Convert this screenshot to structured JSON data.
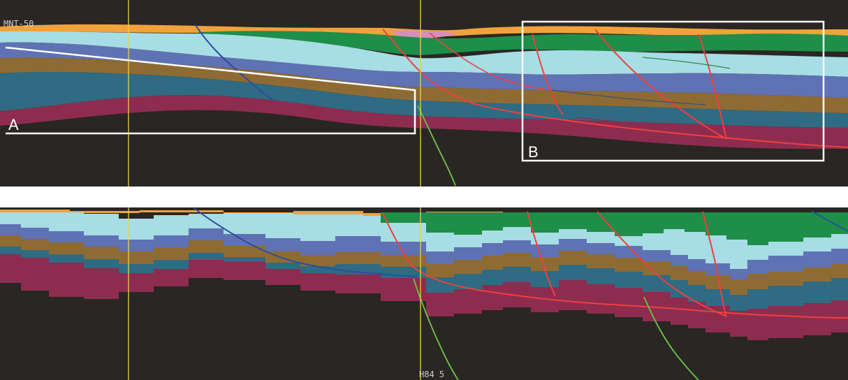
{
  "labels": {
    "top_left_marker": "MNT-50",
    "box_a": "A",
    "box_b": "B",
    "bottom_marker": "H84 5"
  },
  "colors": {
    "background": "#292624",
    "divider": "#ffffff",
    "orange": "#f1a23a",
    "pink": "#d98dbd",
    "green": "#1e8e48",
    "light_blue": "#a7dde4",
    "blue": "#5f72b3",
    "brown": "#8f6b34",
    "teal": "#2f6b82",
    "maroon": "#8d2c4f",
    "fault_red": "#ef3f3f",
    "fault_blue": "#2b4d9f",
    "fault_green": "#6bb746",
    "guide_yellow": "#e9d14a",
    "box_white": "#ffffff"
  }
}
